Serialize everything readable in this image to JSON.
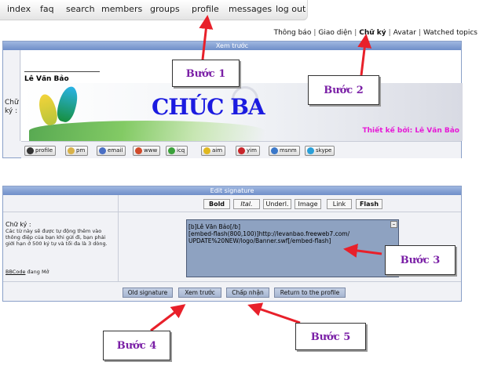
{
  "top_nav": {
    "items": [
      "index",
      "faq",
      "search",
      "members",
      "groups",
      "profile",
      "messages",
      "log out"
    ]
  },
  "profile_tabs": {
    "items": [
      "Thông báo",
      "Giao diện",
      "Chữ ký",
      "Avatar",
      "Watched topics"
    ],
    "active": "Chữ ký"
  },
  "preview": {
    "title": "Xem trước",
    "signature_label": "Chữ ký :",
    "user_name": "Lê Văn Bảo",
    "banner_text": "CHÚC BA",
    "banner_credit": "Thiết kế bởi: Lê Văn Bảo",
    "contact_buttons": [
      "profile",
      "pm",
      "email",
      "www",
      "icq",
      "aim",
      "yim",
      "msnm",
      "skype"
    ]
  },
  "edit": {
    "title": "Edit signature",
    "format_buttons": [
      "Bold",
      "Ital.",
      "Underl.",
      "Image",
      "Link",
      "Flash"
    ],
    "signature_label": "Chữ ký :",
    "help_text": "Các từ này sẽ được tự động thêm vào thông điệp của bạn khi gửi đi, bạn phải giới hạn ở 500 ký tự và tối đa là 3 dòng.",
    "bbcode_link": "BBCode",
    "bbcode_status": " đang Mở",
    "textarea_value": "[b]Lê Văn Bảo[/b]\n[embed-flash(800,100)]http://levanbao.freeweb7.com/\nUPDATE%20NEW/logo/Banner.swf[/embed-flash]",
    "action_buttons": [
      "Old signature",
      "Xem trước",
      "Chấp nhận",
      "Return to the profile"
    ]
  },
  "callouts": [
    "Bước 1",
    "Bước 2",
    "Bước 3",
    "Bước 4",
    "Bước 5"
  ],
  "colors": {
    "panel_header": "#7f9bd0",
    "callout_text": "#7a1fa6",
    "arrow": "#e8202a",
    "textarea_bg": "#8ea2c1",
    "banner_text": "#1b1be0",
    "credit_text": "#e619d6"
  }
}
